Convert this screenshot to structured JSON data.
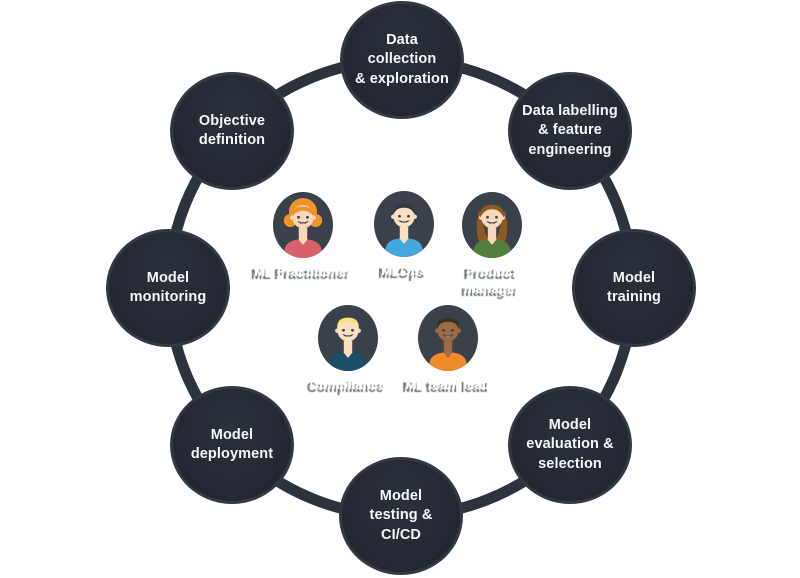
{
  "colors": {
    "background": "#ffffff",
    "ring": "#2d333c",
    "node_fill": "#242933",
    "node_rim": "#323944",
    "node_text": "#f5f7f9",
    "avatar_bg": "#3a414b",
    "label_text": "#ffffff"
  },
  "nodes": [
    {
      "id": "data-collection-exploration",
      "label": "Data\ncollection\n& exploration"
    },
    {
      "id": "data-labelling-feature-engineering",
      "label": "Data labelling\n& feature\nengineering"
    },
    {
      "id": "model-training",
      "label": "Model\ntraining"
    },
    {
      "id": "model-evaluation-selection",
      "label": "Model\nevaluation &\nselection"
    },
    {
      "id": "model-testing-cicd",
      "label": "Model\ntesting &\nCI/CD"
    },
    {
      "id": "model-deployment",
      "label": "Model\ndeployment"
    },
    {
      "id": "model-monitoring",
      "label": "Model\nmonitoring"
    },
    {
      "id": "objective-definition",
      "label": "Objective\ndefinition"
    }
  ],
  "roles": [
    {
      "label": "ML Practitioner",
      "style": "curly",
      "skin": "#f8d8ba",
      "hair": "#f0932b",
      "shirt": "#d9606b"
    },
    {
      "label": "MLOps",
      "style": "short",
      "skin": "#fbdfc2",
      "hair": "#33373c",
      "shirt": "#45a8dc"
    },
    {
      "label": "Product manager",
      "style": "long",
      "skin": "#f8d8ba",
      "hair": "#8d5a22",
      "shirt": "#527d3c"
    },
    {
      "label": "Compliance",
      "style": "short",
      "skin": "#fbdfc2",
      "hair": "#f5e37c",
      "shirt": "#1d4f66"
    },
    {
      "label": "ML team lead",
      "style": "short",
      "skin": "#a06a44",
      "hair": "#38302b",
      "shirt": "#ef8b27"
    }
  ]
}
